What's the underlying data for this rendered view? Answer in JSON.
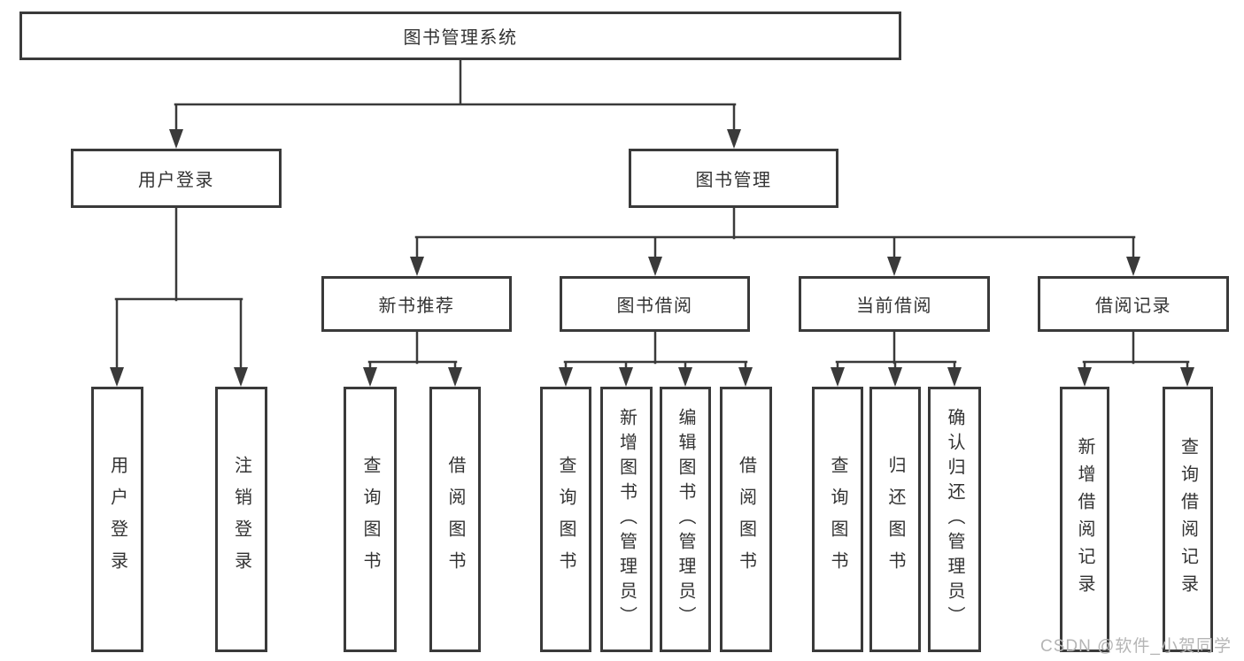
{
  "tree": {
    "root": "图书管理系统",
    "branches": [
      {
        "label": "用户登录",
        "children": [
          "用户登录",
          "注销登录"
        ]
      },
      {
        "label": "图书管理",
        "groups": [
          {
            "label": "新书推荐",
            "children": [
              "查询图书",
              "借阅图书"
            ]
          },
          {
            "label": "图书借阅",
            "children": [
              "查询图书",
              "新增图书（管理员）",
              "编辑图书（管理员）",
              "借阅图书"
            ]
          },
          {
            "label": "当前借阅",
            "children": [
              "查询图书",
              "归还图书",
              "确认归还（管理员）"
            ]
          },
          {
            "label": "借阅记录",
            "children": [
              "新增借阅记录",
              "查询借阅记录"
            ]
          }
        ]
      }
    ]
  },
  "watermark": "CSDN @软件_小贺同学",
  "colors": {
    "line": "#3a3a3a",
    "box_border": "#3a3a3a",
    "text": "#333333",
    "watermark_text": "#b5b5b5",
    "background": "#ffffff"
  }
}
